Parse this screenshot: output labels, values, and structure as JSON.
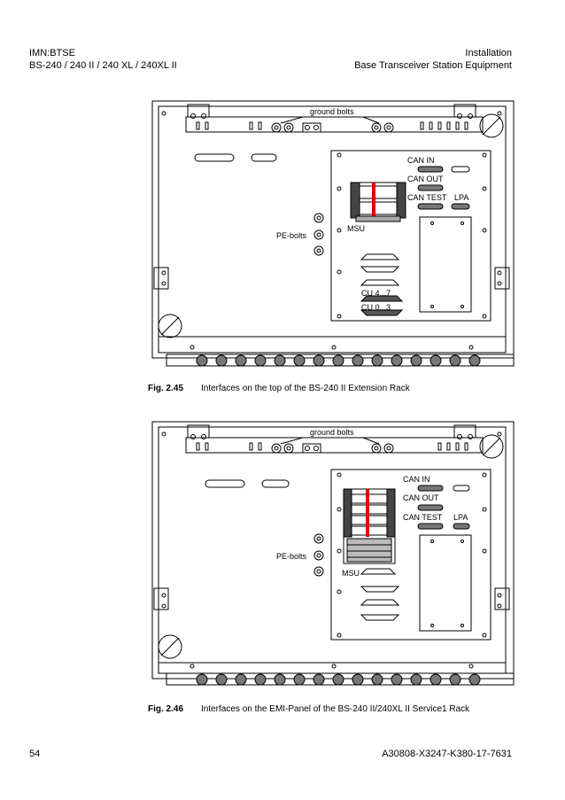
{
  "header": {
    "left_line1": "IMN:BTSE",
    "left_line2": "BS-240 / 240 II / 240 XL / 240XL II",
    "right_line1": "Installation",
    "right_line2": "Base Transceiver Station Equipment"
  },
  "figures": [
    {
      "number": "Fig.  2.45",
      "caption": "Interfaces on the top of the BS-240 II Extension Rack",
      "labels": {
        "ground_bolts": "ground bolts",
        "pe_bolts": "PE-bolts",
        "msu": "MSU",
        "can_in": "CAN IN",
        "can_out": "CAN OUT",
        "can_test": "CAN TEST",
        "lpa": "LPA",
        "cu_a": "CU 4...7",
        "cu_b": "CU 0...3"
      }
    },
    {
      "number": "Fig.  2.46",
      "caption": "Interfaces on the EMI-Panel of the BS-240 II/240XL II Service1 Rack",
      "labels": {
        "ground_bolts": "ground bolts",
        "pe_bolts": "PE-bolts",
        "msu": "MSU",
        "can_in": "CAN IN",
        "can_out": "CAN OUT",
        "can_test": "CAN TEST",
        "lpa": "LPA"
      }
    }
  ],
  "footer": {
    "page": "54",
    "doc_id": "A30808-X3247-K380-17-7631"
  }
}
